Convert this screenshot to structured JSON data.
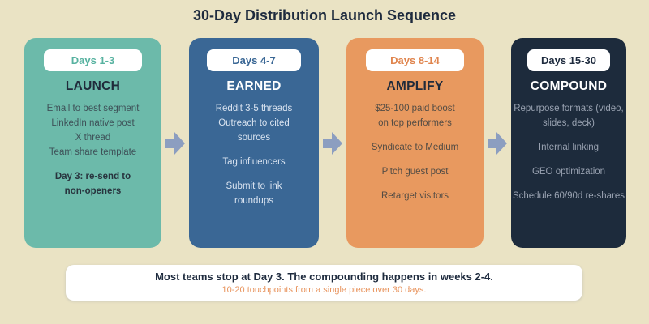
{
  "title": "30-Day Distribution Launch Sequence",
  "cards": [
    {
      "pill": "Days 1-3",
      "heading": "LAUNCH",
      "color": "#6CBAAA",
      "lines": [
        "Email to best segment",
        "LinkedIn native post",
        "X thread",
        "Team share template",
        "Day 3: re-send to non-openers"
      ]
    },
    {
      "pill": "Days 4-7",
      "heading": "EARNED",
      "color": "#3A6795",
      "lines": [
        "Reddit 3-5 threads",
        "Outreach to cited sources",
        "Tag influencers",
        "Submit to link roundups"
      ]
    },
    {
      "pill": "Days 8-14",
      "heading": "AMPLIFY",
      "color": "#E8995F",
      "lines": [
        "$25-100 paid boost on top performers",
        "Syndicate to Medium",
        "Pitch guest post",
        "Retarget visitors"
      ]
    },
    {
      "pill": "Days 15-30",
      "heading": "COMPOUND",
      "color": "#1D2B3C",
      "lines": [
        "Repurpose formats (video, slides, deck)",
        "Internal linking",
        "GEO optimization",
        "Schedule 60/90d re-shares"
      ]
    }
  ],
  "footer": {
    "headline": "Most teams stop at Day 3. The compounding happens in weeks 2-4.",
    "subline": "10-20 touchpoints from a single piece over 30 days."
  },
  "colors": {
    "background": "#EAE3C4",
    "arrow": "#8C9EC0",
    "title_text": "#1E2B3E",
    "pill_background": "#FFFFFF",
    "footer_background": "#FFFFFF",
    "footer_subline": "#E8935C"
  }
}
